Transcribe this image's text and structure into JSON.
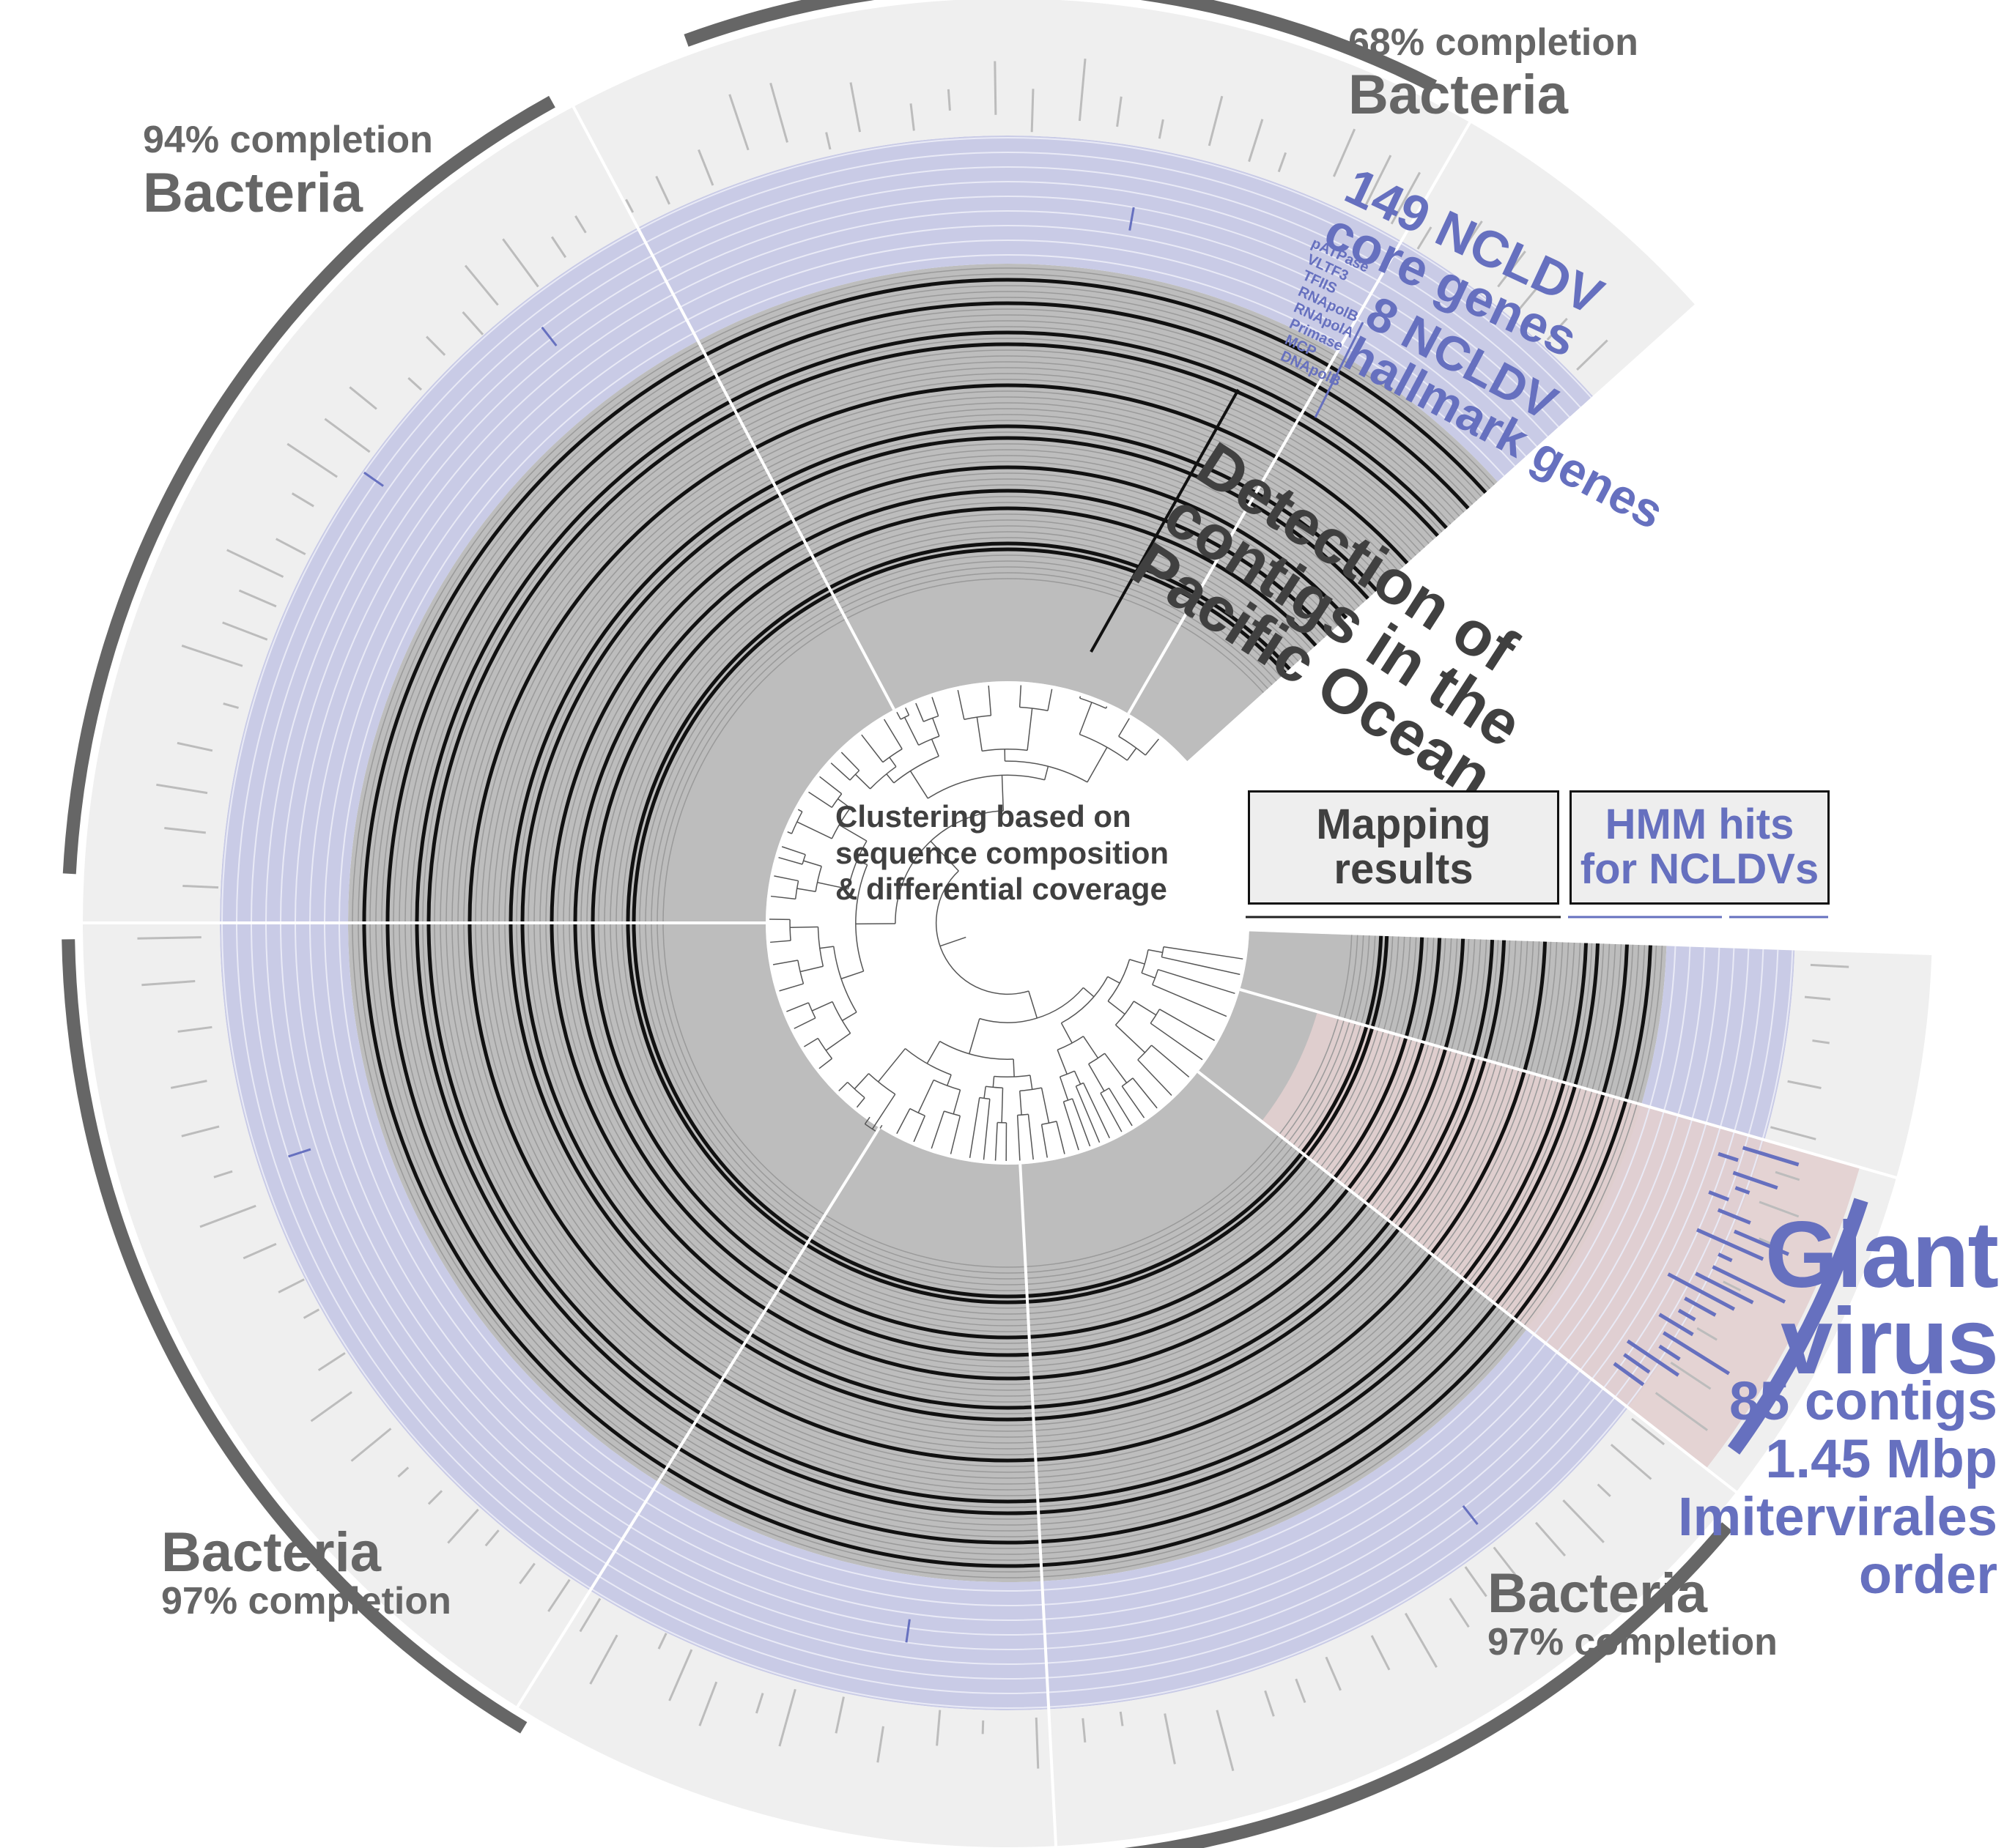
{
  "bins": [
    {
      "name": "Bacteria",
      "completion": "68% completion"
    },
    {
      "name": "Bacteria",
      "completion": "94% completion"
    },
    {
      "name": "Bacteria",
      "completion": "97% completion"
    },
    {
      "name": "Bacteria",
      "completion": "97% completion"
    }
  ],
  "giant_virus": {
    "title_line1": "Giant",
    "title_line2": "virus",
    "contigs": "85 contigs",
    "size": "1.45 Mbp",
    "taxon_line1": "Imitervirales",
    "taxon_line2": "order"
  },
  "hmm": {
    "core_line1": "149 NCLDV",
    "core_line2": "core genes",
    "hallmark_line1": "8 NCLDV",
    "hallmark_line2": "hallmark genes",
    "hallmark_genes": [
      "pATPase",
      "VLTF3",
      "TFIIS",
      "RNApolB",
      "RNApolA",
      "Primase",
      "MCP",
      "DNApolB"
    ]
  },
  "headers": {
    "mapping": "Mapping\nresults",
    "hmm_hits": "HMM hits\nfor NCLDVs"
  },
  "detection": {
    "line1": "Detection of",
    "line2": "contigs in the",
    "line3": "Pacific Ocean"
  },
  "clustering": {
    "line1": "Clustering based on",
    "line2": "sequence composition",
    "line3": "& differential coverage"
  },
  "colors": {
    "bin_arc": "#666666",
    "hmm_ring": "#c9cbe6",
    "hmm_accent": "#6670bf",
    "mapping_ring": "#bdbdbd",
    "giant_virus_highlight": "#e2cfcf",
    "outer_ring": "#efefef"
  }
}
